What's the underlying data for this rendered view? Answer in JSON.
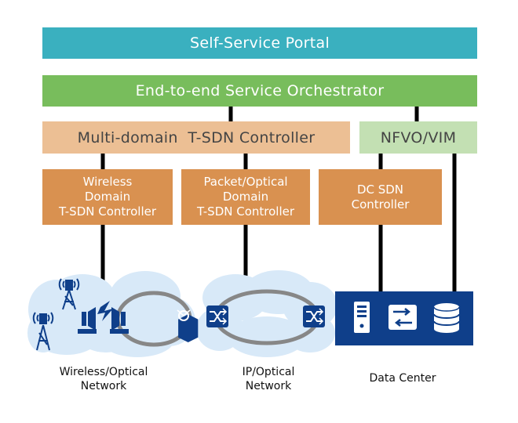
{
  "layers": {
    "portal": "Self-Service Portal",
    "orchestrator": "End-to-end Service Orchestrator",
    "multidomain": "Multi-domain  T-SDN Controller",
    "nfvo": "NFVO/VIM"
  },
  "controllers": {
    "wireless": "Wireless\nDomain\nT-SDN Controller",
    "packet_optical": "Packet/Optical\nDomain\nT-SDN Controller",
    "dc": "DC SDN\nController"
  },
  "networks": {
    "wireless_optical": "Wireless/Optical\nNetwork",
    "ip_optical": "IP/Optical\nNetwork",
    "data_center": "Data Center"
  },
  "colors": {
    "portal": "#3ab0bf",
    "orchestrator": "#78bd5c",
    "multidomain": "#ecbf94",
    "nfvo": "#c3e0b3",
    "controller": "#d99150",
    "cloud": "#d8e9f8",
    "network_blue": "#0f3f8a",
    "ring": "#878787"
  },
  "icons": [
    "antenna-tower-icon",
    "radio-unit-icon",
    "lightning-icon",
    "optical-switch-icon",
    "packet-switch-icon",
    "server-icon",
    "network-switch-icon",
    "storage-icon"
  ]
}
